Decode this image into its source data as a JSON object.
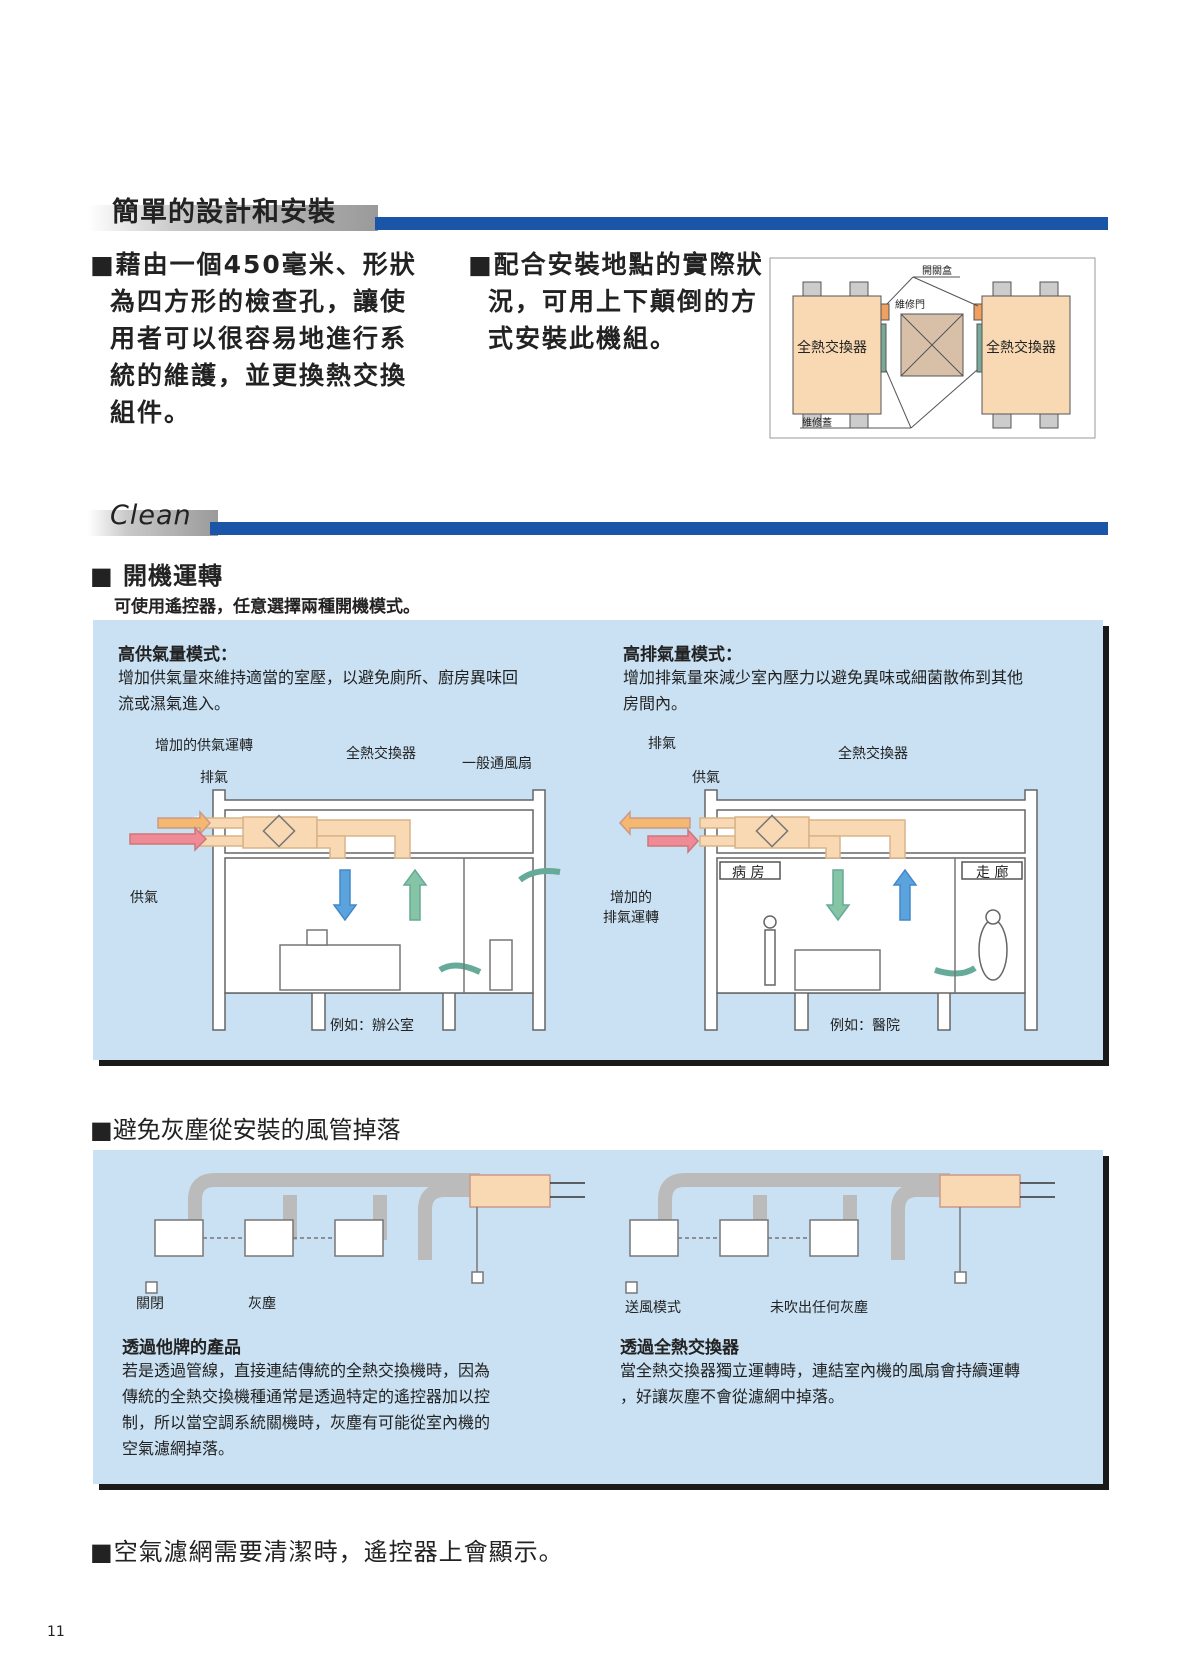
{
  "section1": {
    "title": "簡單的設計和安裝",
    "bullet_left": "藉由一個450毫米、形狀為四方形的檢查孔，讓使用者可以很容易地進行系統的維護，並更換熱交換組件。",
    "bullet_left_lines": [
      "藉由一個450毫米、形狀",
      "為四方形的檢查孔，讓使",
      "用者可以很容易地進行系",
      "統的維護，並更換熱交換",
      "組件。"
    ],
    "bullet_mid_lines": [
      "配合安裝地點的實際狀",
      "況，可用上下顛倒的方",
      "式安裝此機組。"
    ],
    "diagram": {
      "switch_box": "開關盒",
      "service_door": "維修門",
      "unit_left": "全熱交換器",
      "unit_right": "全熱交換器",
      "service_cover": "維修蓋"
    }
  },
  "section2": {
    "title": "Clean",
    "startup": {
      "heading": "開機運轉",
      "sub": "可使用遙控器，任意選擇兩種開機模式。",
      "left": {
        "title": "高供氣量模式：",
        "lines": [
          "增加供氣量來維持適當的室壓，以避免廁所、廚房異味回",
          "流或濕氣進入。"
        ],
        "labels": {
          "increase": "增加的供氣運轉",
          "exhaust": "排氣",
          "hrv": "全熱交換器",
          "fan": "一般通風扇",
          "supply": "供氣",
          "example": "例如：辦公室"
        }
      },
      "right": {
        "title": "高排氣量模式：",
        "lines": [
          "增加排氣量來減少室內壓力以避免異味或細菌散佈到其他",
          "房間內。"
        ],
        "labels": {
          "exhaust": "排氣",
          "supply": "供氣",
          "hrv": "全熱交換器",
          "increase1": "增加的",
          "increase2": "排氣運轉",
          "ward": "病 房",
          "corridor": "走 廊",
          "example": "例如：醫院"
        }
      }
    },
    "dust": {
      "heading": "避免灰塵從安裝的風管掉落",
      "left": {
        "label_off": "關閉",
        "label_dust": "灰塵",
        "title": "透過他牌的產品",
        "lines": [
          "若是透過管線，直接連結傳統的全熱交換機時，因為",
          "傳統的全熱交換機種通常是透過特定的遙控器加以控",
          "制，所以當空調系統關機時，灰塵有可能從室內機的",
          "空氣濾網掉落。"
        ]
      },
      "right": {
        "label_fan": "送風模式",
        "label_nodust": "未吹出任何灰塵",
        "title": "透過全熱交換器",
        "lines": [
          "當全熱交換器獨立運轉時，連結室內機的風扇會持續運轉",
          "，好讓灰塵不會從濾網中掉落。"
        ]
      }
    },
    "filter_note": "空氣濾網需要清潔時，遙控器上會顯示。"
  },
  "page_number": "11",
  "colors": {
    "blue_bar": "#1a55a8",
    "panel": "#c9e1f3",
    "unit": "#f8d9b3",
    "supply": "#f08a96",
    "exhaust": "#f5b870",
    "air_blue": "#5ba3dc",
    "air_green": "#86c4a6"
  }
}
